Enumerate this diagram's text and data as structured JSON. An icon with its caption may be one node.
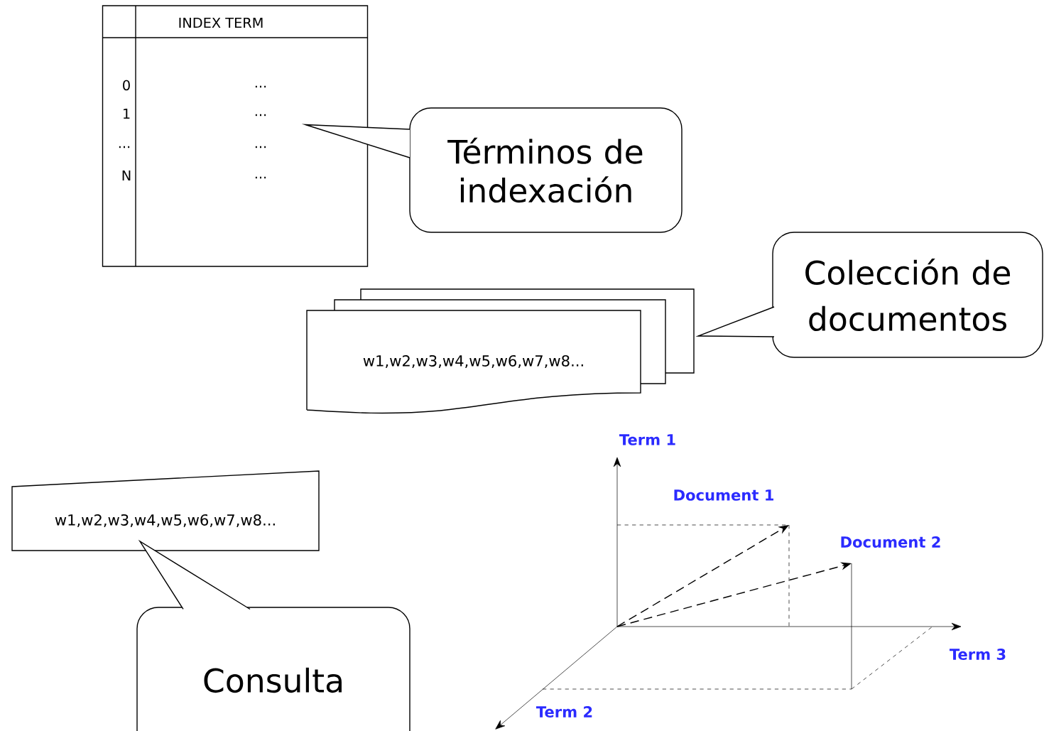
{
  "diagram": {
    "nodes": [
      {
        "text": [
          "INDEX TERM",
          "0",
          "...",
          "1",
          "...",
          "...",
          "...",
          "N",
          "..."
        ]
      },
      {
        "text": [
          "Términos de indexación"
        ]
      },
      {
        "text": [
          "w1,w2,w3,w4,w5,w6,w7,w8..."
        ]
      },
      {
        "text": [
          "Colección de documentos"
        ]
      },
      {
        "text": [
          "w1,w2,w3,w4,w5,w6,w7,w8..."
        ]
      },
      {
        "text": [
          "Consulta"
        ]
      }
    ],
    "edges": [
      {
        "from": 1,
        "to": 0,
        "arrow": "none"
      },
      {
        "from": 3,
        "to": 2,
        "arrow": "none"
      },
      {
        "from": 5,
        "to": 4,
        "arrow": "none"
      }
    ],
    "labels": [
      "Term 1",
      "Document 1",
      "Document 2",
      "Term 3",
      "Term 2"
    ]
  }
}
